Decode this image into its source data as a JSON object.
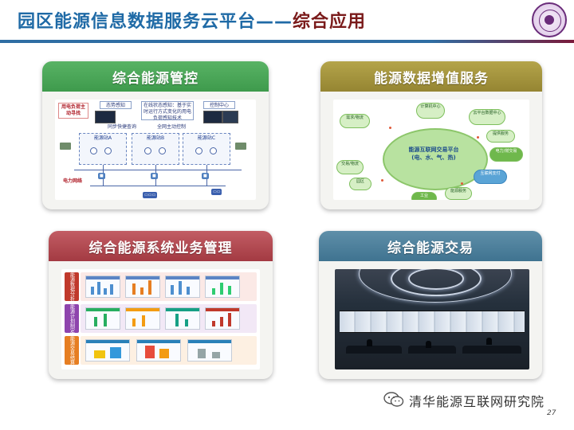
{
  "title": {
    "main": "园区能源信息数据服务云平台——",
    "accent": "综合应用"
  },
  "cards": {
    "mgmt": {
      "title": "综合能源管控",
      "labels": {
        "user_main": "用电负荷主动寻找",
        "state_sense": "态势感知",
        "online_sense": "在线状态感知：基于实时运行方式变化的用电负荷感知技术",
        "control_center": "控制中心",
        "sync_query": "同步快捷查询",
        "auto_ctrl": "全网主动控制",
        "station_a": "能源站A",
        "station_b": "能源站B",
        "station_c": "能源站C",
        "grid": "电力网络"
      }
    },
    "vas": {
      "title": "能源数据增值服务",
      "center": "能源互联网交易平台",
      "center_sub": "(电、水、气、热)",
      "nodes": [
        "计算机中心",
        "云平台数据中心",
        "提供服务",
        "电力/燃交易",
        "需求/物流",
        "交易/物流",
        "园区",
        "工业",
        "能源服务",
        "互联网支付"
      ]
    },
    "biz": {
      "title": "综合能源系统业务管理",
      "rows": [
        "能源数据分析",
        "能源计划制定",
        "能源交易结算"
      ]
    },
    "trade": {
      "title": "综合能源交易"
    }
  },
  "footer": {
    "org": "清华能源互联网研究院",
    "page": "27"
  },
  "colors": {
    "title_blue": "#1f6aa6",
    "title_accent": "#7a1a1a",
    "green_head": "#3e9a4c",
    "olive_head": "#958532",
    "red_head": "#a33a42",
    "steel_head": "#3f7390"
  }
}
